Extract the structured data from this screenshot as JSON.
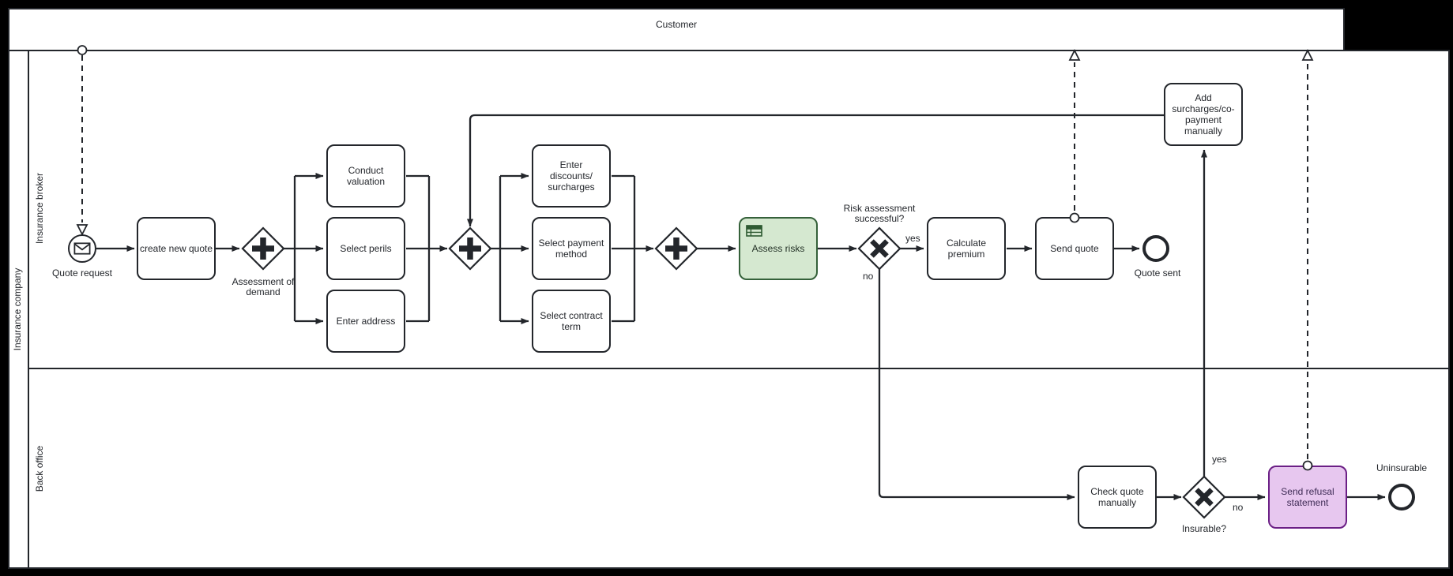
{
  "colors": {
    "canvas_background": "#000000",
    "stroke": "#23262b",
    "task_fill": "#ffffff",
    "highlight_green_fill": "#d5e8d0",
    "highlight_green_stroke": "#35613a",
    "highlight_purple_fill": "#e7c7ef",
    "highlight_purple_stroke": "#6b1f85"
  },
  "pools": {
    "customer": {
      "label": "Customer"
    },
    "insurance_company": {
      "label": "Insurance company",
      "lanes": {
        "broker": {
          "label": "Insurance broker"
        },
        "back_office": {
          "label": "Back office"
        }
      }
    }
  },
  "events": {
    "quote_request": {
      "label": "Quote request",
      "type": "message start event"
    },
    "quote_sent": {
      "label": "Quote sent",
      "type": "end event"
    },
    "uninsurable": {
      "label": "Uninsurable",
      "type": "end event"
    }
  },
  "tasks": {
    "create_new_quote": {
      "label": "create new quote"
    },
    "conduct_valuation": {
      "label": "Conduct valuation"
    },
    "select_perils": {
      "label": "Select perils"
    },
    "enter_address": {
      "label": "Enter address"
    },
    "enter_discounts_surcharges": {
      "label": "Enter discounts/​surcharges"
    },
    "select_payment_method": {
      "label": "Select payment method"
    },
    "select_contract_term": {
      "label": "Select contract term"
    },
    "assess_risks": {
      "label": "Assess risks",
      "marker": "business-rule-table-icon"
    },
    "calculate_premium": {
      "label": "Calculate premium"
    },
    "send_quote": {
      "label": "Send quote"
    },
    "add_surcharges": {
      "label": "Add surcharges/​co-payment manually"
    },
    "check_quote_manually": {
      "label": "Check quote manually"
    },
    "send_refusal_statement": {
      "label": "Send refusal statement"
    }
  },
  "gateways": {
    "assessment_of_demand": {
      "label": "Assessment of demand",
      "type": "parallel"
    },
    "parallel_join_split": {
      "label": "",
      "type": "parallel"
    },
    "parallel_join": {
      "label": "",
      "type": "parallel"
    },
    "risk_assessment": {
      "label": "Risk assessment successful?",
      "type": "exclusive"
    },
    "insurable": {
      "label": "Insurable?",
      "type": "exclusive"
    }
  },
  "flow_labels": {
    "risk_yes": "yes",
    "risk_no": "no",
    "insurable_yes": "yes",
    "insurable_no": "no"
  }
}
